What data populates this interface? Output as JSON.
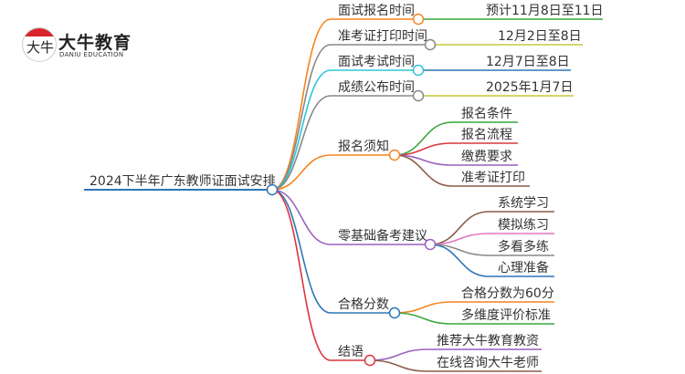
{
  "logo": {
    "mark": "大牛",
    "title": "大牛教育",
    "subtitle": "DANIU EDUCATION"
  },
  "root": {
    "label": "2024下半年广东教师证面试安排",
    "color": "#2e75b6"
  },
  "branches": [
    {
      "label": "面试报名时间",
      "color": "#f5841f",
      "children": [
        {
          "label": "预计11月8日至11日",
          "color": "#3aa63a"
        }
      ]
    },
    {
      "label": "准考证打印时间",
      "color": "#888888",
      "children": [
        {
          "label": "12月2日至8日",
          "color": "#c8c83c"
        }
      ]
    },
    {
      "label": "面试考试时间",
      "color": "#2ec5d8",
      "children": [
        {
          "label": "12月7日至8日",
          "color": "#2e75b6"
        }
      ]
    },
    {
      "label": "成绩公布时间",
      "color": "#888888",
      "children": [
        {
          "label": "2025年1月7日",
          "color": "#c8c83c"
        }
      ]
    },
    {
      "label": "报名须知",
      "color": "#f5841f",
      "children": [
        {
          "label": "报名条件",
          "color": "#3aa63a"
        },
        {
          "label": "报名流程",
          "color": "#d9363e"
        },
        {
          "label": "缴费要求",
          "color": "#9b5fc0"
        },
        {
          "label": "准考证打印",
          "color": "#8b5a4a"
        }
      ]
    },
    {
      "label": "零基础备考建议",
      "color": "#9b5fc0",
      "children": [
        {
          "label": "系统学习",
          "color": "#8b5a4a"
        },
        {
          "label": "模拟练习",
          "color": "#e377c2"
        },
        {
          "label": "多看多练",
          "color": "#888888"
        },
        {
          "label": "心理准备",
          "color": "#2e75b6"
        }
      ]
    },
    {
      "label": "合格分数",
      "color": "#2e75b6",
      "children": [
        {
          "label": "合格分数为60分",
          "color": "#f5841f"
        },
        {
          "label": "多维度评价标准",
          "color": "#3aa63a"
        }
      ]
    },
    {
      "label": "结语",
      "color": "#d9363e",
      "children": [
        {
          "label": "推荐大牛教育教资",
          "color": "#9b5fc0"
        },
        {
          "label": "在线咨询大牛老师",
          "color": "#8b5a4a"
        }
      ]
    }
  ]
}
